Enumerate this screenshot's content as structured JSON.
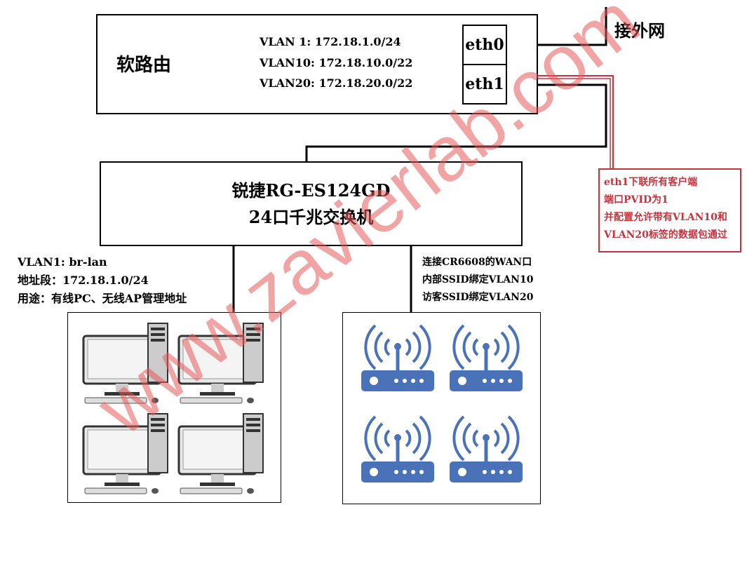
{
  "router": {
    "title": "软路由",
    "vlans": [
      "VLAN 1:  172.18.1.0/24",
      "VLAN10: 172.18.10.0/22",
      "VLAN20: 172.18.20.0/22"
    ],
    "eth0": "eth0",
    "eth1": "eth1"
  },
  "wan_label": "接外网",
  "switch": {
    "line1": "锐捷RG-ES124GD",
    "line2": "24口千兆交换机"
  },
  "note": {
    "lines": [
      "eth1下联所有客户端",
      "端口PVID为1",
      "并配置允许带有VLAN10和",
      "VLAN20标签的数据包通过"
    ],
    "color": "#c8323c"
  },
  "left_info": [
    "VLAN1: br-lan",
    "地址段：172.18.1.0/24",
    "用途：有线PC、无线AP管理地址"
  ],
  "right_info": [
    "连接CR6608的WAN口",
    "内部SSID绑定VLAN10",
    "访客SSID绑定VLAN20"
  ],
  "watermark": "www.zavierlab.com",
  "colors": {
    "ap_blue": "#4a72b8",
    "line": "#000000",
    "note_red": "#c8323c"
  }
}
